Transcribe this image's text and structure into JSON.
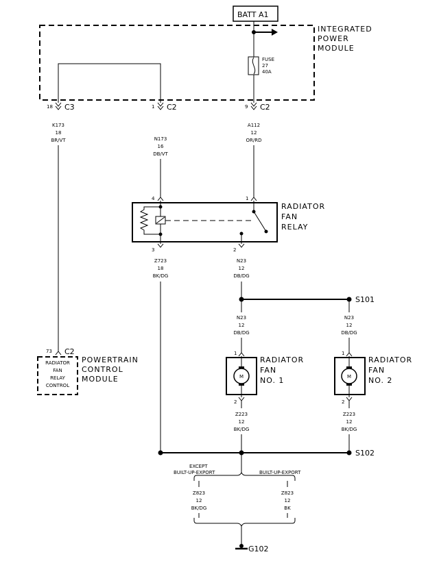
{
  "batt_label": "BATT A1",
  "ipm": {
    "line1": "INTEGRATED",
    "line2": "POWER",
    "line3": "MODULE"
  },
  "fuse": {
    "line1": "FUSE",
    "line2": "27",
    "line3": "40A"
  },
  "connectors": {
    "c3": {
      "pin": "18",
      "name": "C3"
    },
    "c2a": {
      "pin": "1",
      "name": "C2"
    },
    "c2b": {
      "pin": "9",
      "name": "C2"
    },
    "pcm": {
      "pin": "73",
      "name": "C2"
    }
  },
  "wires": {
    "k173": {
      "circuit": "K173",
      "gauge": "18",
      "color": "BR/VT"
    },
    "n173": {
      "circuit": "N173",
      "gauge": "16",
      "color": "DB/VT"
    },
    "a112": {
      "circuit": "A112",
      "gauge": "12",
      "color": "OR/RD"
    },
    "z723": {
      "circuit": "Z723",
      "gauge": "18",
      "color": "BK/DG"
    },
    "n23_relay": {
      "circuit": "N23",
      "gauge": "12",
      "color": "DB/DG"
    },
    "n23_fan1": {
      "circuit": "N23",
      "gauge": "12",
      "color": "DB/DG"
    },
    "n23_fan2": {
      "circuit": "N23",
      "gauge": "12",
      "color": "DB/DG"
    },
    "z223_fan1": {
      "circuit": "Z223",
      "gauge": "12",
      "color": "BK/DG"
    },
    "z223_fan2": {
      "circuit": "Z223",
      "gauge": "12",
      "color": "BK/DG"
    },
    "z823_left": {
      "circuit": "Z823",
      "gauge": "12",
      "color": "BK/DG"
    },
    "z823_right": {
      "circuit": "Z823",
      "gauge": "12",
      "color": "BK"
    }
  },
  "relay": {
    "line1": "RADIATOR",
    "line2": "FAN",
    "line3": "RELAY",
    "pins": {
      "p4": "4",
      "p3": "3",
      "p1": "1",
      "p2": "2"
    }
  },
  "pcm": {
    "box_line1": "RADIATOR",
    "box_line2": "FAN",
    "box_line3": "RELAY",
    "box_line4": "CONTROL",
    "line1": "POWERTRAIN",
    "line2": "CONTROL",
    "line3": "MODULE"
  },
  "fan1": {
    "line1": "RADIATOR",
    "line2": "FAN",
    "line3": "NO. 1",
    "pin_top": "1",
    "pin_bottom": "2",
    "motor": "M"
  },
  "fan2": {
    "line1": "RADIATOR",
    "line2": "FAN",
    "line3": "NO. 2",
    "pin_top": "1",
    "pin_bottom": "2",
    "motor": "M"
  },
  "splices": {
    "s101": "S101",
    "s102": "S102"
  },
  "options": {
    "left_line1": "EXCEPT",
    "left_line2": "BUILT-UP-EXPORT",
    "right": "BUILT-UP-EXPORT"
  },
  "ground": "G102"
}
